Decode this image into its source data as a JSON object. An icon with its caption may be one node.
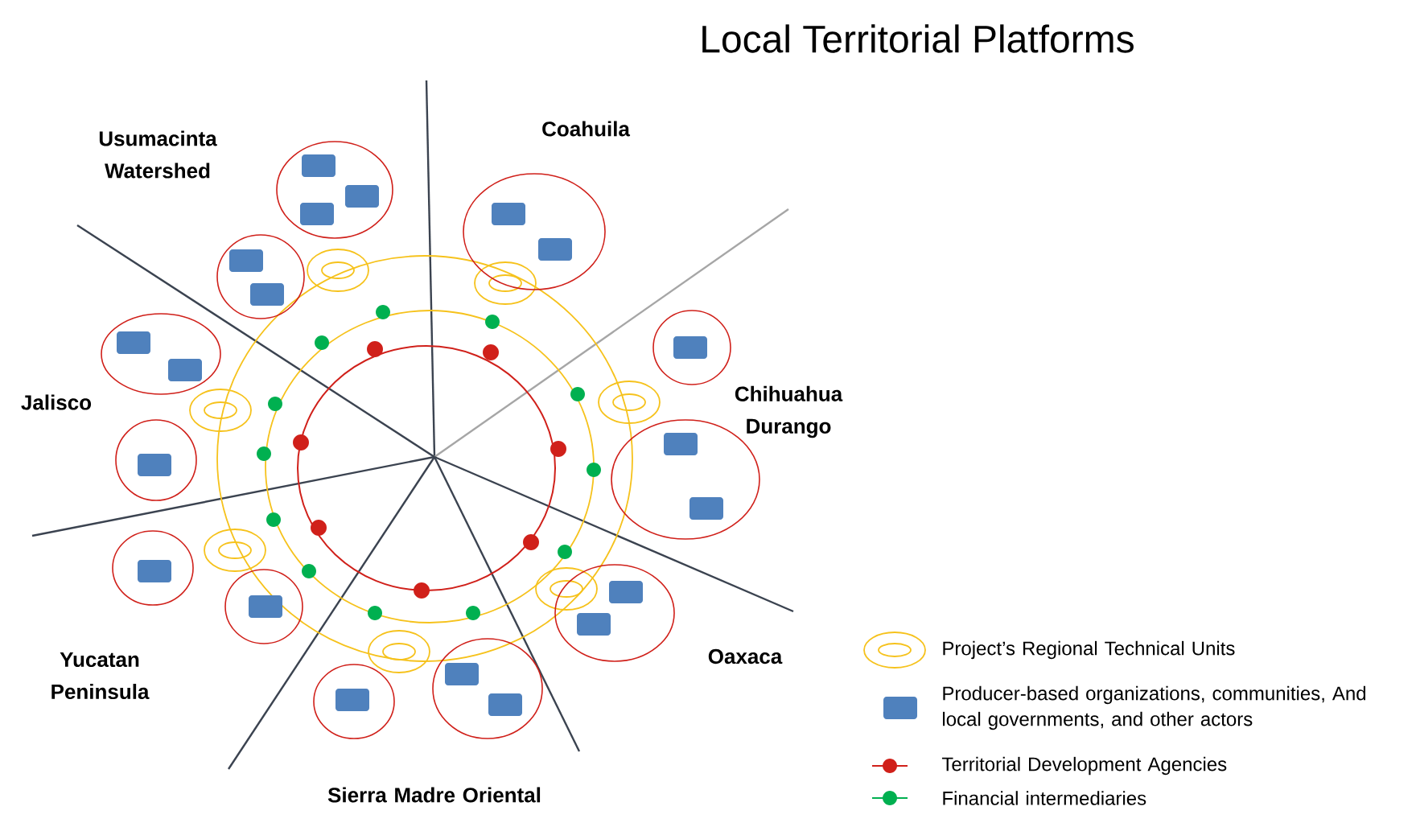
{
  "diagram": {
    "title": "Local Territorial Platforms",
    "labels": [
      "Usumacinta Watershed",
      "Coahuila",
      "Jalisco",
      "Chihuahua Durango",
      "Yucatan Peninsula",
      "Oaxaca",
      "Sierra Madre Oriental"
    ],
    "legend": [
      {
        "text": "Project’s  Regional Technical Units"
      },
      {
        "text": "Producer-based organizations, communities, And local governments, and other actors",
        "color": "#4f81bd"
      },
      {
        "text": "Territorial Development Agencies"
      },
      {
        "text": "Financial intermediaries"
      }
    ]
  }
}
